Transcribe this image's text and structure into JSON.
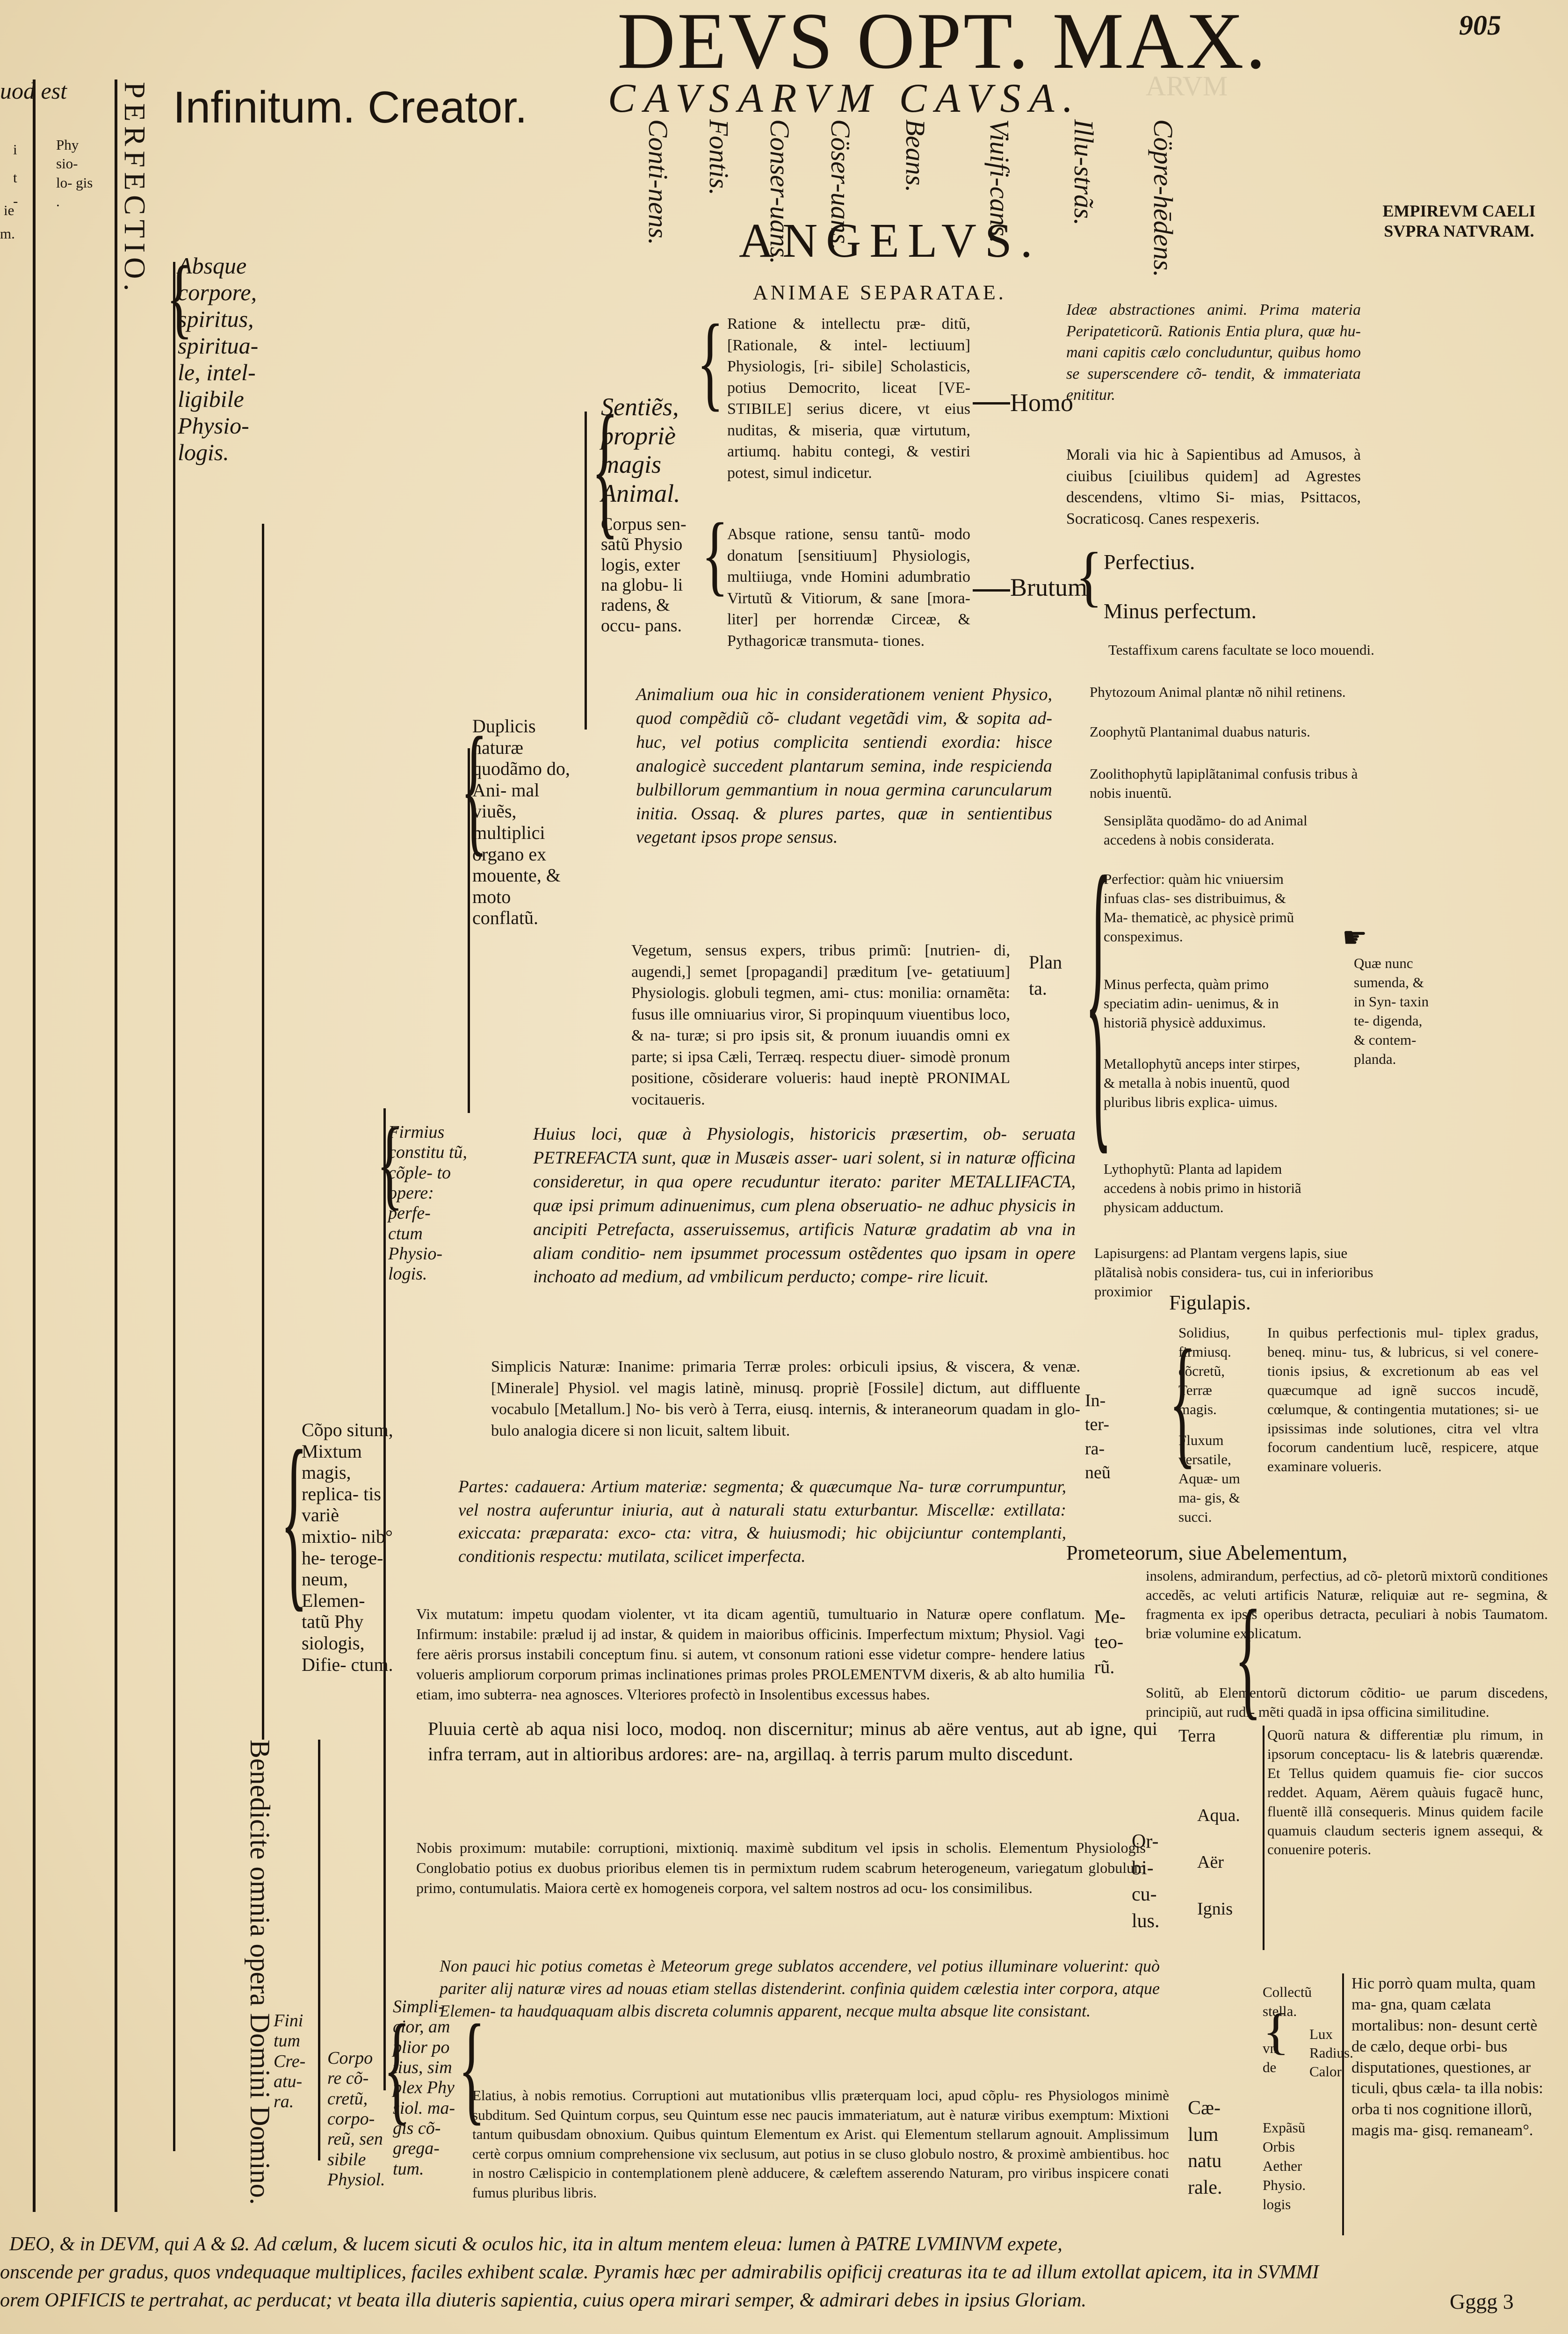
{
  "header": {
    "page_number": "905",
    "title": "DEVS OPT. MAX.",
    "infinitum": "Infinitum. Creator.",
    "causarum": "CAVSARVM CAVSA.",
    "angelus": "ANGELVS.",
    "animae": "ANIMAE SEPARATAE.",
    "empireum": "EMPIREVM CAELI SVPRA NATVRAM."
  },
  "vertical_words": [
    "Conti-nens.",
    "Fontis.",
    "Conser-uans.",
    "Cöser-uans.",
    "Beans.",
    "Viuifi-cans.",
    "Illu-strãs.",
    "Cöpre-hēdens."
  ],
  "left_margin": {
    "frag_top": "uod est",
    "frag_items": [
      "i",
      "t",
      "-",
      "ie",
      "m."
    ],
    "physiologis": "Phy sio- lo- gis .",
    "perfectio": "PERFECTIO.",
    "benedicite": "Benedicite omnia opera Domini Domino."
  },
  "col_labels": {
    "absque_corpore": "Absque corpore, spiritus, spiritua- le, intel- ligibile Physio- logis.",
    "compositum": "Cõpo situm, Mixtum magis, replica- tis variè mixtio- nib° he- teroge- neum, Elemen- tatũ Phy siologis, Difie- ctum.",
    "corpore_concretum": "Corpo re cõ- cretũ, corpo- reũ, sen sibile Physiol.",
    "finitum": "Fini tum Cre- atu- ra.",
    "simplicior": "Simpli- cior, am plior po tius, sim plex Phy siol. ma- gis cõ- grega- tum.",
    "firmius": "Firmius constitu tũ, cõple- to opere: perfe- ctum Physio- logis.",
    "duplicis": "Duplicis naturæ quodãmo do, Ani- mal viuẽs, multiplici organo ex mouente, & moto conflatũ.",
    "sentiens": "Sentiẽs, propriè magis Animal.",
    "corpus_sensatum": "Corpus sen- satũ Physio logis, exter na globu- li radens, & occu- pans."
  },
  "rational_block": "Ratione & intellectu præ- ditũ, [Rationale, & intel- lectiuum] Physiologis, [ri- sibile] Scholasticis, potius Democrito, liceat [VE- STIBILE] serius dicere, vt eius nuditas, & miseria, quæ virtutum, artiumq. habitu contegi, & vestiri potest, simul indicetur.",
  "homo": "Homo",
  "brutum_block": "Absque ratione, sensu tantũ- modo donatum [sensitiuum] Physiologis, multiiuga, vnde Homini adumbratio Virtutũ & Vitiorum, & sane [mora- liter] per horrendæ Circeæ, & Pythagoricæ transmuta- tiones.",
  "brutum": "Brutum",
  "perfectius": "Perfectius.",
  "minus_perfectum": "Minus perfectum.",
  "idea_block": "Ideæ abstractiones animi. Prima materia Peripateticorũ. Rationis Entia plura, quæ hu- mani capitis cælo concluduntur, quibus homo se superscendere cõ- tendit, & immateriata enititur.",
  "morali_block": "Morali via hic à Sapientibus ad Amusos, à ciuibus [ciuilibus quidem] ad Agrestes descendens, vltimo Si- mias, Psittacos, Socraticosq. Canes respexeris.",
  "animalium_block": "Animalium oua hic in considerationem venient Physico, quod compẽdiũ cõ- cludant vegetãdi vim, & sopita ad- huc, vel potius complicita sentiendi exordia: hisce analogicè succedent plantarum semina, inde respicienda bulbillorum gemmantium in noua germina caruncularum initia. Ossaq. & plures partes, quæ in sentientibus vegetant ipsos prope sensus.",
  "testaffixum": "Testaffixum carens facultate se loco mouendi.",
  "phytozoum": "Phytozoum Animal plantæ nõ nihil retinens.",
  "zoophytum": "Zoophytũ Plantanimal duabus naturis.",
  "zoolithophytum": "Zoolithophytũ lapiplãtanimal confusis tribus à nobis inuentũ.",
  "sensiplata": "Sensiplãta quodãmo- do ad Animal accedens à nobis considerata.",
  "perfectior": "Perfectior: quàm hic vniuersim infuas clas- ses distribuimus, & Ma- thematicè, ac physicè primũ conspeximus.",
  "minus_perfecta": "Minus perfecta, quàm primo speciatim adin- uenimus, & in historiã physicè adduximus.",
  "metallophytum": "Metallophytũ anceps inter stirpes, & metalla à nobis inuentũ, quod pluribus libris explica- uimus.",
  "lythophytum": "Lythophytũ: Planta ad lapidem accedens à nobis primo in historiã physicam adductum.",
  "lapisurgens": "Lapisurgens: ad Plantam vergens lapis, siue plãtalisà nobis considera- tus, cui in inferioribus proximior",
  "figulapis": "Figulapis.",
  "plan": "Plan ta.",
  "que_nunc": "Quæ nunc sumenda, & in Syn- taxin te- digenda, & contem- planda.",
  "vegetum_block": "Vegetum, sensus expers, tribus primũ: [nutrien- di, augendi,] semet [propagandi] præditum [ve- getatiuum] Physiologis. globuli tegmen, ami- ctus: monilia: ornamẽta: fusus ille omniuarius viror, Si propinquum viuentibus loco, & na- turæ; si pro ipsis sit, & pronum iuuandis omni ex parte; si ipsa Cæli, Terræq. respectu diuer- simodè pronum positione, cõsiderare volueris: haud ineptè PRONIMAL vocitaueris.",
  "huius_loci_block": "Huius loci, quæ à Physiologis, historicis præsertim, ob- seruata PETREFACTA sunt, quæ in Musæis asser- uari solent, si in naturæ officina consideretur, in qua opere recuduntur iterato: pariter METALLIFACTA, quæ ipsi primum adinuenimus, cum plena obseruatio- ne adhuc physicis in ancipiti Petrefacta, asseruissemus, artificis Naturæ gradatim ab vna in aliam conditio- nem ipsummet processum ostẽdentes quo ipsam in opere inchoato ad medium, ad vmbilicum perducto; compe- rire licuit.",
  "solidius": "Solidius, firmiusq. cõcretũ, Terræ magis.",
  "fluxum": "Fluxum versatile, Aquæ- um ma- gis, & succi.",
  "inter_raneum": "In- ter- ra- neũ",
  "in_quibus": "In quibus perfectionis mul- tiplex gradus, beneq. minu- tus, & lubricus, si vel conere- tionis ipsius, & excretionum ab eas vel quæcumque ad ignẽ succos incudẽ, cœlumque, & contingentia mutationes; si- ue ipsissimas inde solutiones, citra vel vltra focorum candentium lucẽ, respicere, atque examinare volueris.",
  "simplicis_block": "Simplicis Naturæ: Inanime: primaria Terræ proles: orbiculi ipsius, & viscera, & venæ. [Minerale] Physiol. vel magis latinè, minusq. propriè [Fossile] dictum, aut diffluente vocabulo [Metallum.] No- bis verò à Terra, eiusq. internis, & interaneorum quadam in glo- bulo analogia dicere si non licuit, saltem libuit.",
  "partes_block": "Partes: cadauera: Artium materiæ: segmenta; & quæcumque Na- turæ corrumpuntur, vel nostra auferuntur iniuria, aut à naturali statu exturbantur. Miscellæ: extillata: exiccata: præparata: exco- cta: vitra, & huiusmodi; hic obijciuntur contemplanti, conditionis respectu: mutilata, scilicet imperfecta.",
  "prometeorum": "Prometeorum, siue Abelementum,",
  "insolens": "insolens, admirandum, perfectius, ad cõ- pletorũ mixtorũ conditiones accedẽs, ac veluti artificis Naturæ, reliquiæ aut re- segmina, & fragmenta ex ipsis operibus detracta, peculiari à nobis Taumatom. briæ volumine explicatum.",
  "solitum": "Solitũ, ab Elementorũ dictorum cõditio- ue parum discedens, principiũ, aut rudi- mẽti quadã in ipsa officina similitudine.",
  "vix_block": "Vix mutatum: impetu quodam violenter, vt ita dicam agentiũ, tumultuario in Naturæ opere conflatum. Infirmum: instabile: prælud ij ad instar, & quidem in maioribus officinis. Imperfectum mixtum; Physiol. Vagi fere aëris prorsus instabili conceptum finu. si autem, vt consonum rationi esse videtur compre- hendere latius volueris ampliorum corporum primas inclinationes primas proles PROLEMENTVM dixeris, & ab alto humilia etiam, imo subterra- nea agnosces. Vlteriores profectò in Insolentibus excessus habes.",
  "meteorum": "Me- teo- rũ.",
  "pluuia_block": "Pluuia certè ab aqua nisi loco, modoq. non discernitur; minus ab aëre ventus, aut ab igne, qui infra terram, aut in altioribus ardores: are- na, argillaq. à terris parum multo discedunt.",
  "nobis_block": "Nobis proximum: mutabile: corruptioni, mixtioniq. maximè subditum vel ipsis in scholis. Elementum Physiologis Conglobatio potius ex duobus prioribus elemen tis in permixtum rudem scabrum heterogeneum, variegatum globulum primo, contumulatis. Maiora certè ex homogeneis corpora, vel saltem nostros ad ocu- los consimilibus.",
  "non_pauci_block": "Non pauci hic potius cometas è Meteorum grege sublatos accendere, vel potius illuminare voluerint: quò pariter alij naturæ vires ad nouas etiam stellas distenderint. confinia quidem cælestia inter corpora, atque Elemen- ta haudquaquam albis discreta columnis apparent, necque multa absque lite consistant.",
  "orbiculus": "Or- bi- cu- lus.",
  "elements": [
    "Terra",
    "Aqua.",
    "Aër",
    "Ignis"
  ],
  "quorum_block": "Quorũ natura & differentiæ plu rimum, in ipsorum conceptacu- lis & latebris quærendæ. Et Tellus quidem quamuis fie- cior succos reddet. Aquam, Aërem quàuis fugacẽ hunc, fluentẽ illã consequeris. Minus quidem facile quamuis claudum secteris ignem assequi, & conuenire poteris.",
  "elatius_block": "Elatius, à nobis remotius. Corruptioni aut mutationibus vllis præterquam loci, apud cõplu- res Physiologos minimè subditum. Sed Quintum corpus, seu Quintum esse nec paucis immateriatum, aut è naturæ viribus exemptum: Mixtioni tantum quibusdam obnoxium. Quibus quintum Elementum ex Arist. qui Elementum stellarum agnouit. Amplissimum certè corpus omnium comprehensione vix seclusum, aut potius in se cluso globulo nostro, & proximè ambientibus. hoc in nostro Cælispicio in contemplationem plenè adducere, & cæleftem asserendo Naturam, pro viribus inspicere conati fumus pluribus libris.",
  "caelum": "Cæ- lum natu rale.",
  "collectu": "Collectũ stella.",
  "vnde": "vn de",
  "lux_radius_calor": [
    "Lux",
    "Radius.",
    "Calor"
  ],
  "expansu": "Expãsũ Orbis Aether Physio. logis",
  "hic_porro": "Hic porrò quam multa, quam ma- gna, quam cælata mortalibus: non- desunt certè de cælo, deque orbi- bus disputationes, questiones, ar ticuli, qbus cæla- ta illa nobis: orba ti nos cognitione illorũ, magis ma- gisq. remaneam°.",
  "footer": {
    "line1": "DEO, & in DEVM, qui A & Ω. Ad cælum, & lucem sicuti & oculos hic, ita in altum mentem eleua: lumen à PATRE LVMINVM expete,",
    "line2": "onscende per gradus, quos vndequaque multiplices, faciles exhibent scalæ. Pyramis hæc per admirabilis opificij creaturas ita te ad illum extollat apicem, ita in SVMMI",
    "line3": "orem OPIFICIS te pertrahat, ac perducat; vt beata illa diuteris sapientia, cuius opera mirari semper, & admirari debes in ipsius Gloriam.",
    "signature": "Gggg 3"
  }
}
